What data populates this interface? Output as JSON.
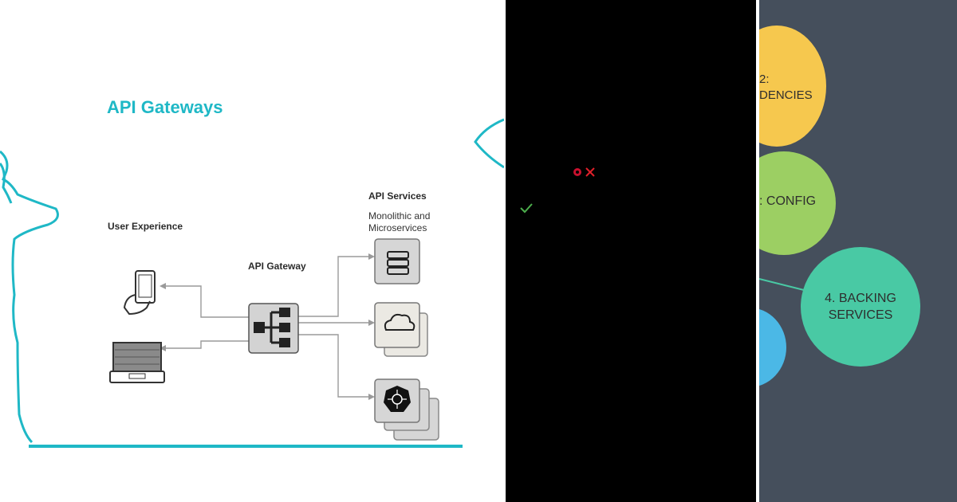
{
  "left_panel": {
    "title": "API Gateways",
    "user_experience_label": "User Experience",
    "api_gateway_label": "API Gateway",
    "api_services_label": "API Services",
    "services_sub_line1": "Monolithic and",
    "services_sub_line2": "Microservices",
    "icons": [
      "phone-icon",
      "laptop-icon",
      "gateway-icon",
      "server-icon",
      "cloud-icon",
      "kubernetes-icon"
    ],
    "accent_color": "#1fb8c6"
  },
  "middle_panel": {
    "background": "#000000",
    "icons": [
      "error-dot-icon",
      "x-mark-icon",
      "check-mark-icon"
    ]
  },
  "right_panel": {
    "background": "#454f5c",
    "circles": [
      {
        "line1": "2:",
        "line2": "DENCIES",
        "color": "#f6c84e"
      },
      {
        "line1": ": CONFIG",
        "line2": "",
        "color": "#9ccf63"
      },
      {
        "line1": "4. BACKING",
        "line2": "SERVICES",
        "color": "#49c9a4"
      },
      {
        "line1": "",
        "line2": "",
        "color": "#4bb8e6"
      }
    ]
  }
}
